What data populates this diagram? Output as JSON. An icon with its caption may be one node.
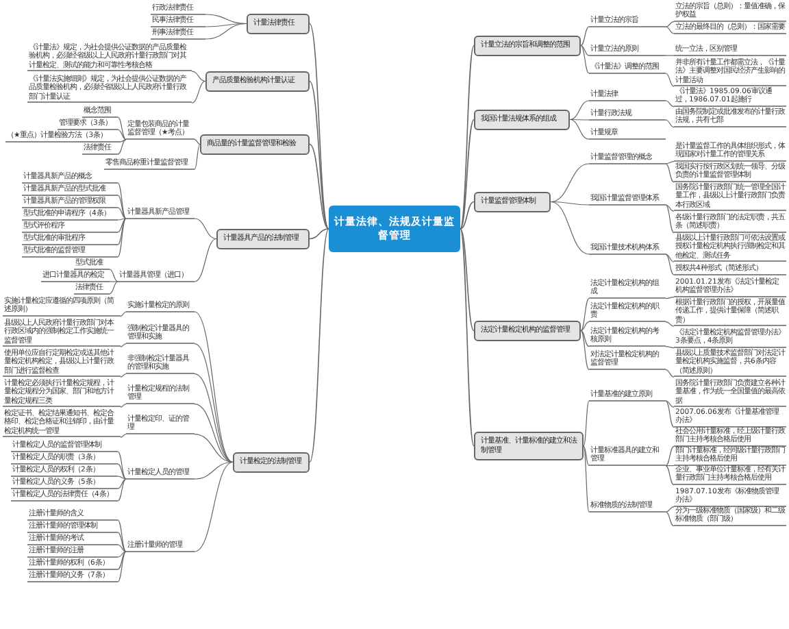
{
  "diagram": {
    "nodes": [
      {
        "text": [
          "计量法律、法规及计量监督管理"
        ]
      },
      {
        "text": [
          "计量法律责任"
        ]
      },
      {
        "text": [
          "行政法律责任"
        ]
      },
      {
        "text": [
          "民事法律责任"
        ]
      },
      {
        "text": [
          "刑事法律责任"
        ]
      },
      {
        "text": [
          "产品质量检验机构计量认证"
        ]
      },
      {
        "text": [
          "《计量法》规定，为社会提供公证数据的产品质量检验机构，必须经省级以上人民政府计量行政部门对其计量检定、测试的能力和可靠性考核合格"
        ]
      },
      {
        "text": [
          "《计量法实施细则》规定，为社会提供公证数据的产品质量检验机构，必须经省级以上人民政府计量行政部门计量认证"
        ]
      },
      {
        "text": [
          "商品量的计量监督管理和检验"
        ]
      },
      {
        "text": [
          "定量包装商品的计量监督管理（★考点）"
        ]
      },
      {
        "text": [
          "概念范围"
        ]
      },
      {
        "text": [
          "管理要求（3条）"
        ]
      },
      {
        "text": [
          "（★重点）计量检验方法（3条）"
        ]
      },
      {
        "text": [
          "法律责任"
        ]
      },
      {
        "text": [
          "零售商品称重计量监督管理"
        ]
      },
      {
        "text": [
          "计量器具产品的法制管理"
        ]
      },
      {
        "text": [
          "计量器具新产品管理"
        ]
      },
      {
        "text": [
          "计量器具新产品的概念"
        ]
      },
      {
        "text": [
          "计量器具新产品的型式批准"
        ]
      },
      {
        "text": [
          "计量器具新产品的管理权限"
        ]
      },
      {
        "text": [
          "型式批准的申请程序（4条）"
        ]
      },
      {
        "text": [
          "型式评价程序"
        ]
      },
      {
        "text": [
          "型式批准的审批程序"
        ]
      },
      {
        "text": [
          "型式批准的监督管理"
        ]
      },
      {
        "text": [
          "计量器具管理（进口）"
        ]
      },
      {
        "text": [
          "型式批准"
        ]
      },
      {
        "text": [
          "进口计量器具的检定"
        ]
      },
      {
        "text": [
          "法律责任"
        ]
      },
      {
        "text": [
          "计量检定的法制管理"
        ]
      },
      {
        "text": [
          "实施计量检定的原则"
        ]
      },
      {
        "text": [
          "实施计量检定应遵循的四项原则（简述原则）"
        ]
      },
      {
        "text": [
          "强制检定计量器具的管理和实施"
        ]
      },
      {
        "text": [
          "县级以上人民政府计量行政部门对本行政区域内的强制检定工作实施统一监督管理"
        ]
      },
      {
        "text": [
          "非强制检定计量器具的管理和实施"
        ]
      },
      {
        "text": [
          "使用单位应自行定期检定或送其他计量检定机构检定，县级以上计量行政部门进行监督检查"
        ]
      },
      {
        "text": [
          "计量检定规程的法制管理"
        ]
      },
      {
        "text": [
          "计量检定必须执行计量检定规程，计量检定规程分为国家、部门和地方计量检定规程三类"
        ]
      },
      {
        "text": [
          "计量检定印、证的管理"
        ]
      },
      {
        "text": [
          "检定证书、检定结果通知书、检定合格印、检定合格证和注销印，由计量检定机构统一管理"
        ]
      },
      {
        "text": [
          "计量检定人员的管理"
        ]
      },
      {
        "text": [
          "计量检定人员的监督管理体制"
        ]
      },
      {
        "text": [
          "计量检定人员的职责（3条）"
        ]
      },
      {
        "text": [
          "计量检定人员的权利（2条）"
        ]
      },
      {
        "text": [
          "计量检定人员的义务（5条）"
        ]
      },
      {
        "text": [
          "计量检定人员的法律责任（4条）"
        ]
      },
      {
        "text": [
          "注册计量师的管理"
        ]
      },
      {
        "text": [
          "注册计量师的含义"
        ]
      },
      {
        "text": [
          "注册计量师的管理体制"
        ]
      },
      {
        "text": [
          "注册计量师的考试"
        ]
      },
      {
        "text": [
          "注册计量师的注册"
        ]
      },
      {
        "text": [
          "注册计量师的权利（6条）"
        ]
      },
      {
        "text": [
          "注册计量师的义务（7条）"
        ]
      },
      {
        "text": [
          "计量立法的宗旨和调整的范围"
        ]
      },
      {
        "text": [
          "计量立法的宗旨"
        ]
      },
      {
        "text": [
          "立法的宗旨（总则）：量值准确，保护权益"
        ]
      },
      {
        "text": [
          "立法的最终目的（总则）：国家需要"
        ]
      },
      {
        "text": [
          "计量立法的原则"
        ]
      },
      {
        "text": [
          "统一立法，区别管理"
        ]
      },
      {
        "text": [
          "《计量法》调整的范围"
        ]
      },
      {
        "text": [
          "并非所有计量工作都需立法，《计量法》主要调整对国民经济产生影响的计量活动"
        ]
      },
      {
        "text": [
          "我国计量法规体系的组成"
        ]
      },
      {
        "text": [
          "计量法律"
        ]
      },
      {
        "text": [
          "《计量法》1985.09.06审议通过，1986.07.01起施行"
        ]
      },
      {
        "text": [
          "计量行政法规"
        ]
      },
      {
        "text": [
          "由国务院制定或批准发布的计量行政法规，共有七部"
        ]
      },
      {
        "text": [
          "计量规章"
        ]
      },
      {
        "text": [
          "计量监督管理体制"
        ]
      },
      {
        "text": [
          "计量监督管理的概念"
        ]
      },
      {
        "text": [
          "是计量监督工作的具体组织形式，体现国家对计量工作的管理关系"
        ]
      },
      {
        "text": [
          "我国实行按行政区划统一领导、分级负责的计量监督管理体制"
        ]
      },
      {
        "text": [
          "我国计量监督管理体系"
        ]
      },
      {
        "text": [
          "国务院计量行政部门统一管理全国计量工作，县级以上计量行政部门负责本行政区域"
        ]
      },
      {
        "text": [
          "各级计量行政部门的法定职责，共五条（简述职责）"
        ]
      },
      {
        "text": [
          "我国计量技术机构体系"
        ]
      },
      {
        "text": [
          "县级以上计量行政部门可依法设置或授权计量检定机构执行强制检定和其他检定、测试任务"
        ]
      },
      {
        "text": [
          "授权共4种形式（简述形式）"
        ]
      },
      {
        "text": [
          "法定计量检定机构的监督管理"
        ]
      },
      {
        "text": [
          "法定计量检定机构的组成"
        ]
      },
      {
        "text": [
          "2001.01.21发布《法定计量检定机构监督管理办法》"
        ]
      },
      {
        "text": [
          "法定计量检定机构的职责"
        ]
      },
      {
        "text": [
          "根据计量行政部门的授权，开展量值传递工作，提供计量保障（简述职责）"
        ]
      },
      {
        "text": [
          "法定计量检定机构的考核原则"
        ]
      },
      {
        "text": [
          "《法定计量检定机构监督管理办法》3条要点，4条原则"
        ]
      },
      {
        "text": [
          "对法定计量检定机构的监督管理"
        ]
      },
      {
        "text": [
          "县级以上质量技术监督部门对法定计量检定机构实施监督，共6条内容（简述原则）"
        ]
      },
      {
        "text": [
          "计量基准、计量标准的建立和法制管理"
        ]
      },
      {
        "text": [
          "计量基准的建立原则"
        ]
      },
      {
        "text": [
          "国务院计量行政部门负责建立各种计量基准，作为统一全国量值的最高依据"
        ]
      },
      {
        "text": [
          "2007.06.06发布《计量基准管理办法》"
        ]
      },
      {
        "text": [
          "计量标准器具的建立和管理"
        ]
      },
      {
        "text": [
          "社会公用计量标准，经上级计量行政部门主持考核合格后使用"
        ]
      },
      {
        "text": [
          "部门计量标准，经同级计量行政部门主持考核合格后使用"
        ]
      },
      {
        "text": [
          "企业、事业单位计量标准，经有关计量行政部门主持考核合格后使用"
        ]
      },
      {
        "text": [
          "标准物质的法制管理"
        ]
      },
      {
        "text": [
          "1987.07.10发布《标准物质管理办法》"
        ]
      },
      {
        "text": [
          "分为一级标准物质（国家级）和二级标准物质（部门级）"
        ]
      }
    ],
    "edges": [
      {
        "from": 0,
        "to": 1,
        "arrow": "none"
      },
      {
        "from": 0,
        "to": 5,
        "arrow": "none"
      },
      {
        "from": 0,
        "to": 8,
        "arrow": "none"
      },
      {
        "from": 0,
        "to": 15,
        "arrow": "none"
      },
      {
        "from": 0,
        "to": 28,
        "arrow": "none"
      },
      {
        "from": 0,
        "to": 52,
        "arrow": "none"
      },
      {
        "from": 0,
        "to": 60,
        "arrow": "none"
      },
      {
        "from": 0,
        "to": 66,
        "arrow": "none"
      },
      {
        "from": 0,
        "to": 76,
        "arrow": "none"
      },
      {
        "from": 0,
        "to": 85,
        "arrow": "none"
      },
      {
        "from": 1,
        "to": 2,
        "arrow": "none"
      },
      {
        "from": 1,
        "to": 3,
        "arrow": "none"
      },
      {
        "from": 1,
        "to": 4,
        "arrow": "none"
      },
      {
        "from": 5,
        "to": 6,
        "arrow": "none"
      },
      {
        "from": 5,
        "to": 7,
        "arrow": "none"
      },
      {
        "from": 8,
        "to": 9,
        "arrow": "none"
      },
      {
        "from": 8,
        "to": 14,
        "arrow": "none"
      },
      {
        "from": 9,
        "to": 10,
        "arrow": "none"
      },
      {
        "from": 9,
        "to": 11,
        "arrow": "none"
      },
      {
        "from": 9,
        "to": 12,
        "arrow": "none"
      },
      {
        "from": 9,
        "to": 13,
        "arrow": "none"
      },
      {
        "from": 15,
        "to": 16,
        "arrow": "none"
      },
      {
        "from": 15,
        "to": 24,
        "arrow": "none"
      },
      {
        "from": 16,
        "to": 17,
        "arrow": "none"
      },
      {
        "from": 16,
        "to": 18,
        "arrow": "none"
      },
      {
        "from": 16,
        "to": 19,
        "arrow": "none"
      },
      {
        "from": 16,
        "to": 20,
        "arrow": "none"
      },
      {
        "from": 16,
        "to": 21,
        "arrow": "none"
      },
      {
        "from": 16,
        "to": 22,
        "arrow": "none"
      },
      {
        "from": 16,
        "to": 23,
        "arrow": "none"
      },
      {
        "from": 24,
        "to": 25,
        "arrow": "none"
      },
      {
        "from": 24,
        "to": 26,
        "arrow": "none"
      },
      {
        "from": 24,
        "to": 27,
        "arrow": "none"
      },
      {
        "from": 28,
        "to": 29,
        "arrow": "none"
      },
      {
        "from": 28,
        "to": 31,
        "arrow": "none"
      },
      {
        "from": 28,
        "to": 33,
        "arrow": "none"
      },
      {
        "from": 28,
        "to": 35,
        "arrow": "none"
      },
      {
        "from": 28,
        "to": 37,
        "arrow": "none"
      },
      {
        "from": 28,
        "to": 39,
        "arrow": "none"
      },
      {
        "from": 28,
        "to": 45,
        "arrow": "none"
      },
      {
        "from": 29,
        "to": 30,
        "arrow": "none"
      },
      {
        "from": 31,
        "to": 32,
        "arrow": "none"
      },
      {
        "from": 33,
        "to": 34,
        "arrow": "none"
      },
      {
        "from": 35,
        "to": 36,
        "arrow": "none"
      },
      {
        "from": 37,
        "to": 38,
        "arrow": "none"
      },
      {
        "from": 39,
        "to": 40,
        "arrow": "none"
      },
      {
        "from": 39,
        "to": 41,
        "arrow": "none"
      },
      {
        "from": 39,
        "to": 42,
        "arrow": "none"
      },
      {
        "from": 39,
        "to": 43,
        "arrow": "none"
      },
      {
        "from": 39,
        "to": 44,
        "arrow": "none"
      },
      {
        "from": 45,
        "to": 46,
        "arrow": "none"
      },
      {
        "from": 45,
        "to": 47,
        "arrow": "none"
      },
      {
        "from": 45,
        "to": 48,
        "arrow": "none"
      },
      {
        "from": 45,
        "to": 49,
        "arrow": "none"
      },
      {
        "from": 45,
        "to": 50,
        "arrow": "none"
      },
      {
        "from": 45,
        "to": 51,
        "arrow": "none"
      },
      {
        "from": 52,
        "to": 53,
        "arrow": "none"
      },
      {
        "from": 52,
        "to": 56,
        "arrow": "none"
      },
      {
        "from": 52,
        "to": 58,
        "arrow": "none"
      },
      {
        "from": 53,
        "to": 54,
        "arrow": "none"
      },
      {
        "from": 53,
        "to": 55,
        "arrow": "none"
      },
      {
        "from": 56,
        "to": 57,
        "arrow": "none"
      },
      {
        "from": 58,
        "to": 59,
        "arrow": "none"
      },
      {
        "from": 60,
        "to": 61,
        "arrow": "none"
      },
      {
        "from": 60,
        "to": 63,
        "arrow": "none"
      },
      {
        "from": 60,
        "to": 65,
        "arrow": "none"
      },
      {
        "from": 61,
        "to": 62,
        "arrow": "none"
      },
      {
        "from": 63,
        "to": 64,
        "arrow": "none"
      },
      {
        "from": 66,
        "to": 67,
        "arrow": "none"
      },
      {
        "from": 66,
        "to": 70,
        "arrow": "none"
      },
      {
        "from": 66,
        "to": 73,
        "arrow": "none"
      },
      {
        "from": 67,
        "to": 68,
        "arrow": "none"
      },
      {
        "from": 67,
        "to": 69,
        "arrow": "none"
      },
      {
        "from": 70,
        "to": 71,
        "arrow": "none"
      },
      {
        "from": 70,
        "to": 72,
        "arrow": "none"
      },
      {
        "from": 73,
        "to": 74,
        "arrow": "none"
      },
      {
        "from": 73,
        "to": 75,
        "arrow": "none"
      },
      {
        "from": 76,
        "to": 77,
        "arrow": "none"
      },
      {
        "from": 76,
        "to": 79,
        "arrow": "none"
      },
      {
        "from": 76,
        "to": 81,
        "arrow": "none"
      },
      {
        "from": 76,
        "to": 83,
        "arrow": "none"
      },
      {
        "from": 77,
        "to": 78,
        "arrow": "none"
      },
      {
        "from": 79,
        "to": 80,
        "arrow": "none"
      },
      {
        "from": 81,
        "to": 82,
        "arrow": "none"
      },
      {
        "from": 83,
        "to": 84,
        "arrow": "none"
      },
      {
        "from": 85,
        "to": 86,
        "arrow": "none"
      },
      {
        "from": 85,
        "to": 89,
        "arrow": "none"
      },
      {
        "from": 85,
        "to": 93,
        "arrow": "none"
      },
      {
        "from": 86,
        "to": 87,
        "arrow": "none"
      },
      {
        "from": 86,
        "to": 88,
        "arrow": "none"
      },
      {
        "from": 89,
        "to": 90,
        "arrow": "none"
      },
      {
        "from": 89,
        "to": 91,
        "arrow": "none"
      },
      {
        "from": 89,
        "to": 92,
        "arrow": "none"
      },
      {
        "from": 93,
        "to": 94,
        "arrow": "none"
      },
      {
        "from": 93,
        "to": 95,
        "arrow": "none"
      }
    ]
  }
}
